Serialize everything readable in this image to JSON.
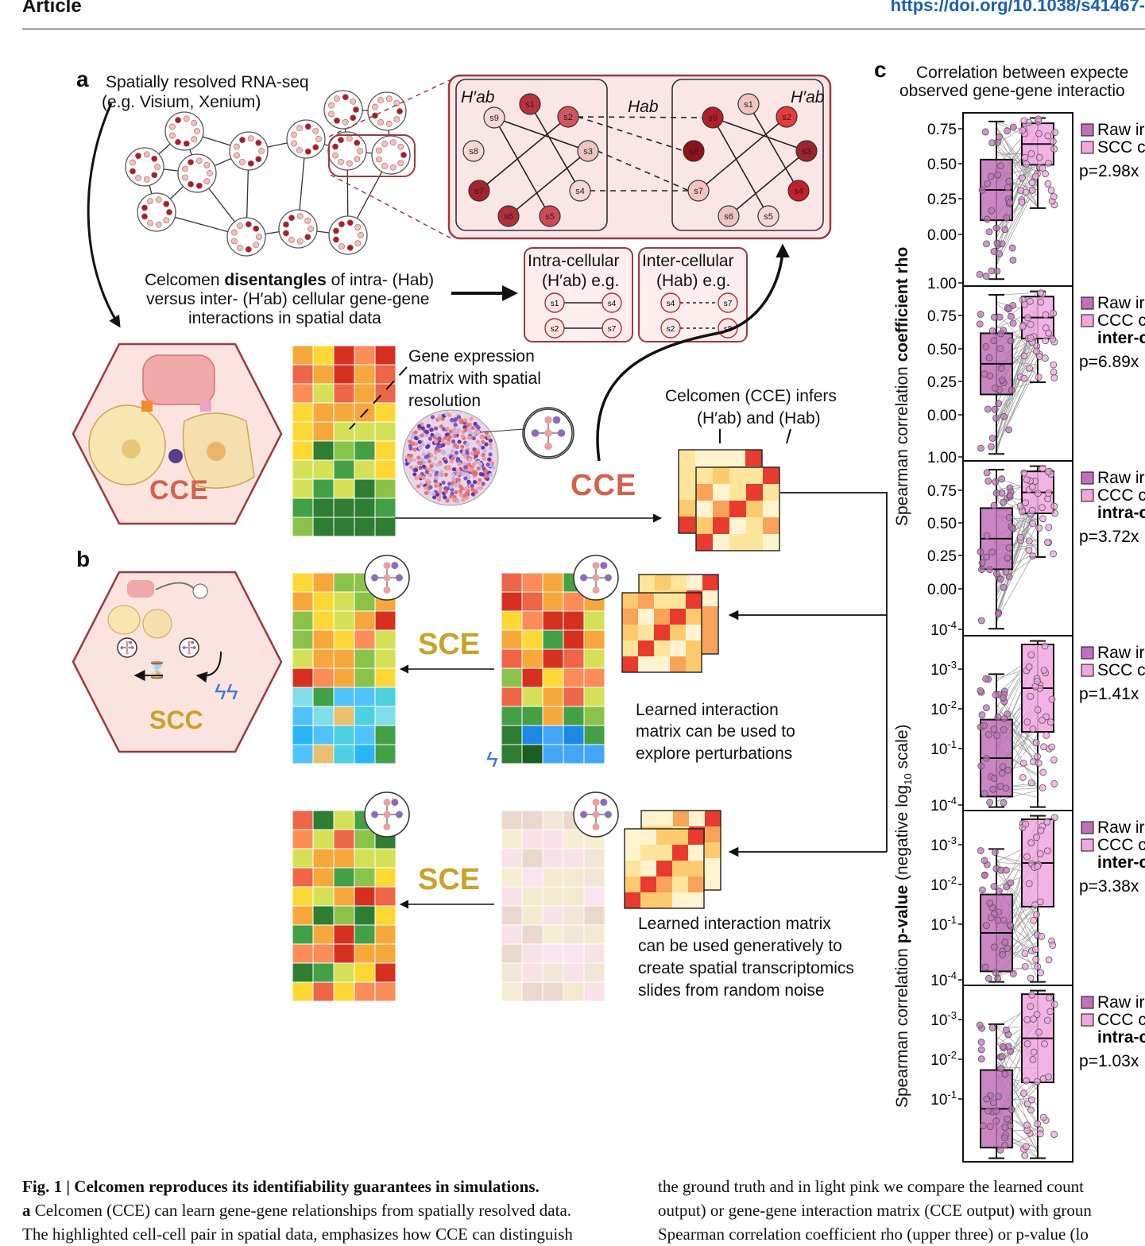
{
  "header": {
    "left": "Article",
    "right": "https://doi.org/10.1038/s41467-"
  },
  "panel_a": {
    "letter": "a",
    "source_line1": "Spatially resolved RNA-seq",
    "source_line2": "(e.g. Visium, Xenium)",
    "H_prime": "H′ab",
    "H": "Hab",
    "nodes_left": [
      "s1",
      "s2",
      "s3",
      "s4",
      "s5",
      "s6",
      "s7",
      "s8",
      "s9"
    ],
    "nodes_right": [
      "s1",
      "s2",
      "s3",
      "s4",
      "s5",
      "s6",
      "s7",
      "s8",
      "s9"
    ],
    "disentangle_line1_pre": "Celcomen ",
    "disentangle_bold": "disentangles",
    "disentangle_line1_post": " of intra- (Hab)",
    "disentangle_line2": "versus inter- (H′ab) cellular gene-gene",
    "disentangle_line3": "interactions in spatial data",
    "intra_title": "Intra-cellular",
    "intra_sub": "(H′ab) e.g.",
    "inter_title": "Inter-cellular",
    "inter_sub": "(Hab) e.g.",
    "intra_pairs": [
      [
        "s1",
        "s4"
      ],
      [
        "s2",
        "s7"
      ]
    ],
    "inter_pairs": [
      [
        "s4",
        "s7"
      ],
      [
        "s2",
        "s8"
      ]
    ],
    "gem_line1": "Gene expression",
    "gem_line2": "matrix with spatial",
    "gem_line3": "resolution",
    "cce_infers_line1": "Celcomen (CCE) infers",
    "cce_infers_line2": "(H′ab) and (Hab)",
    "cce_label": "CCE"
  },
  "panel_b": {
    "letter": "b",
    "scc_label": "SCC",
    "sce_label": "SCE",
    "perturb_line1": "Learned interaction",
    "perturb_line2": "matrix can be used to",
    "perturb_line3": "explore perturbations",
    "gen_line1": "Learned interaction matrix",
    "gen_line2": "can be used generatively to",
    "gen_line3": "create spatial transcriptomics",
    "gen_line4": "slides from random noise"
  },
  "panel_c": {
    "letter": "c",
    "title_line1": "Correlation between expecte",
    "title_line2": "observed gene-gene interactio",
    "ylabel_top_pre": "Spearman correlation ",
    "ylabel_top_bold": "coefficient rho",
    "ylabel_bottom_pre": "Spearman correlation ",
    "ylabel_bottom_bold": "p-value",
    "ylabel_bottom_post": " (negative log",
    "ylabel_bottom_sub": "10",
    "ylabel_bottom_end": " scale)",
    "legend_raw": "Raw ir",
    "subpanels": [
      {
        "legend2": "SCC c",
        "legend3": "",
        "pval": "p=2.98x",
        "ticks": [
          "0.75",
          "0.50",
          "0.25",
          "0.00"
        ]
      },
      {
        "legend2": "CCC c",
        "legend3": "inter-c",
        "pval": "p=6.89x",
        "ticks": [
          "1.00",
          "0.75",
          "0.50",
          "0.25",
          "0.00"
        ]
      },
      {
        "legend2": "CCC c",
        "legend3": "intra-c",
        "pval": "p=3.72x",
        "ticks": [
          "1.00",
          "0.75",
          "0.50",
          "0.25",
          "0.00"
        ]
      },
      {
        "legend2": "SCC c",
        "legend3": "",
        "pval": "p=1.41x",
        "ticks": [
          "10-4",
          "10-3",
          "10-2",
          "10-1"
        ]
      },
      {
        "legend2": "CCC c",
        "legend3": "inter-c",
        "pval": "p=3.38x",
        "ticks": [
          "10-4",
          "10-3",
          "10-2",
          "10-1"
        ]
      },
      {
        "legend2": "CCC c",
        "legend3": "intra-c",
        "pval": "p=1.03x",
        "ticks": [
          "10-4",
          "10-3",
          "10-2",
          "10-1"
        ]
      }
    ]
  },
  "caption": {
    "title": "Fig. 1 | Celcomen reproduces its identifiability guarantees in simulations.",
    "left_line2_bold": "a",
    "left_line2": " Celcomen (CCE) can learn gene-gene relationships from spatially resolved data.",
    "left_line3": "The highlighted cell-cell pair in spatial data, emphasizes how CCE can distinguish",
    "right_line1": "the ground truth and in light pink we compare the learned count",
    "right_line2": "output) or gene-gene interaction matrix (CCE output) with groun",
    "right_line3": "Spearman correlation coefficient rho (upper three) or p-value (lo"
  },
  "colors": {
    "dark_red": "#b0202e",
    "cell_border": "#9c3a3f",
    "hex_fill": "#fbe4df",
    "box_dark": "#c071b8",
    "box_light": "#f2a6e0",
    "cce_orange": "#d6604d",
    "cce_yellow": "#e4c84c"
  }
}
